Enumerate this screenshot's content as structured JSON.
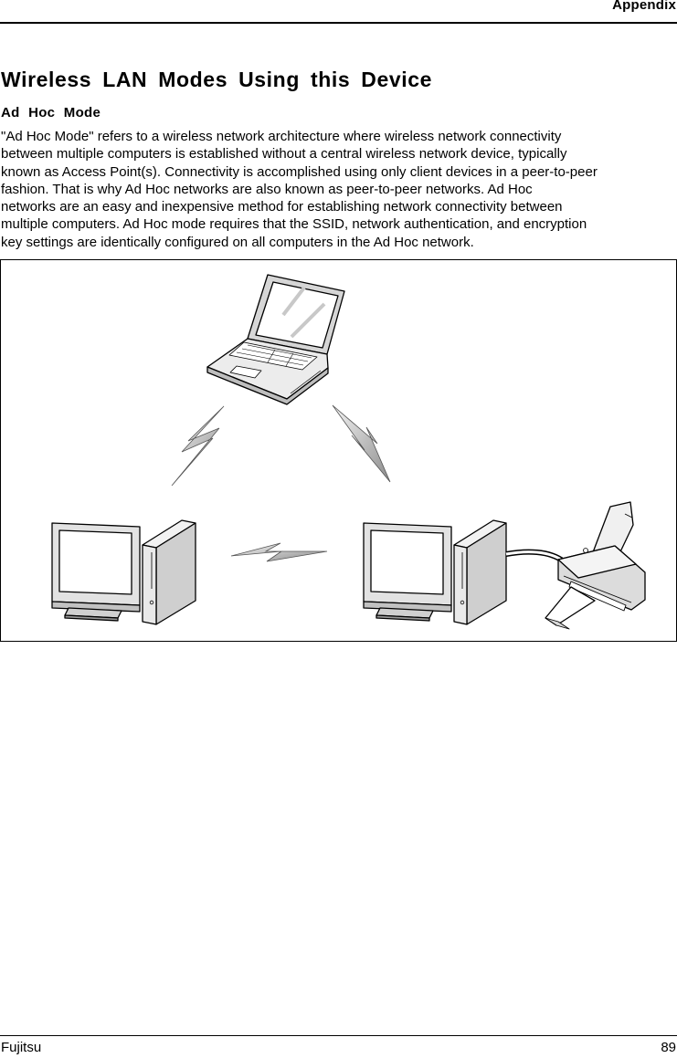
{
  "header": {
    "section": "Appendix"
  },
  "title": "Wireless LAN Modes Using this Device",
  "section": {
    "heading": "Ad Hoc Mode",
    "paragraph_lines": [
      "\"Ad Hoc Mode\" refers to a wireless network architecture where wireless network connectivity",
      "between multiple computers is established without a central wireless network device, typically",
      "known as Access Point(s). Connectivity is accomplished using only client devices in a peer-to-peer",
      "fashion. That is why Ad Hoc networks are also known as peer-to-peer networks. Ad Hoc",
      "networks are an easy and inexpensive method for establishing network connectivity between",
      "multiple computers. Ad Hoc mode requires that the SSID, network authentication, and encryption",
      "key settings are identically configured on all computers in the Ad Hoc network."
    ]
  },
  "figure": {
    "devices": [
      "notebook",
      "desktop-computer",
      "desktop-computer",
      "printer"
    ],
    "links": [
      "wireless",
      "wireless",
      "wireless",
      "cable"
    ]
  },
  "footer": {
    "brand": "Fujitsu",
    "page_number": "89"
  }
}
